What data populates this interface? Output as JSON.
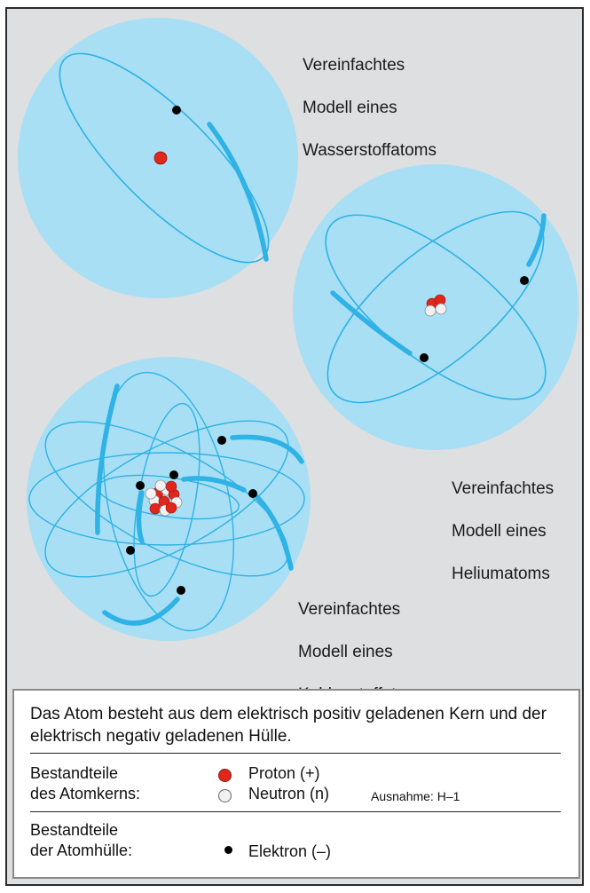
{
  "models": {
    "hydrogen": {
      "line1": "Vereinfachtes",
      "line2": "Modell eines",
      "line3": "Wasserstoffatoms"
    },
    "helium": {
      "line1": "Vereinfachtes",
      "line2": "Modell eines",
      "line3": "Heliumatoms"
    },
    "carbon": {
      "line1": "Vereinfachtes",
      "line2": "Modell eines",
      "line3": "Kohlenstoffatoms"
    }
  },
  "legend": {
    "summary": "Das Atom besteht aus dem elektrisch positiv geladenen Kern und der elektrisch negativ geladenen Hülle.",
    "nucleus_title_1": "Bestandteile",
    "nucleus_title_2": "des Atomkerns:",
    "proton": "Proton (+)",
    "neutron": "Neutron (n)",
    "exception": "Ausnahme: H–1",
    "shell_title_1": "Bestandteile",
    "shell_title_2": "der Atomhülle:",
    "electron": "Elektron (–)"
  },
  "colors": {
    "background": "#dedfe1",
    "sphere": "#a8dff4",
    "orbit": "#2fb2e6",
    "proton": "#e1261c",
    "neutron": "#f2f2f2",
    "electron": "#000000"
  }
}
